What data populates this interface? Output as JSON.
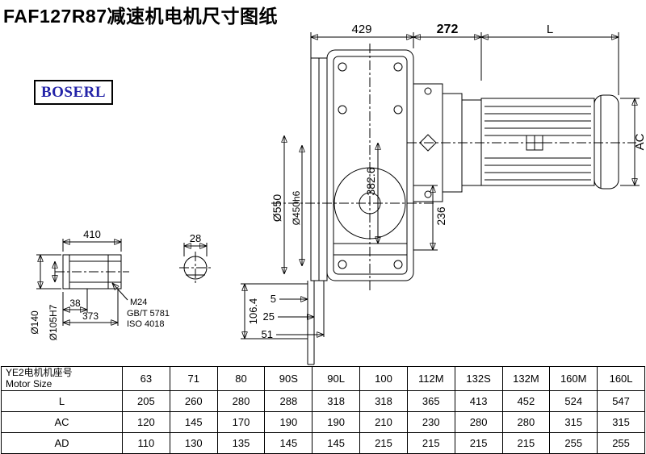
{
  "page": {
    "title": "FAF127R87减速机电机尺寸图纸",
    "logo": "BOSERL",
    "logo_color": "#2323a8",
    "line_color": "#000000"
  },
  "drawing": {
    "dims": {
      "d429": "429",
      "d272": "272",
      "dL": "L",
      "dAC": "AC",
      "d550": "Ø550",
      "d450": "Ø450h6",
      "d382": "382.6",
      "d236": "236",
      "d5": "5",
      "d25": "25",
      "d51": "51",
      "d410": "410",
      "d28": "28",
      "d140": "Ø140",
      "d105": "Ø105H7",
      "d38": "38",
      "d373": "373",
      "d106": "106.4"
    },
    "notes": {
      "thread": "M24",
      "std_gb": "GB/T 5781",
      "std_iso": "ISO 4018"
    }
  },
  "table": {
    "row_label_header_cn": "YE2电机机座号",
    "row_label_header_en": "Motor Size",
    "motor_sizes": [
      "63",
      "71",
      "80",
      "90S",
      "90L",
      "100",
      "112M",
      "132S",
      "132M",
      "160M",
      "160L"
    ],
    "rows": [
      {
        "label": "L",
        "values": [
          "205",
          "260",
          "280",
          "288",
          "318",
          "318",
          "365",
          "413",
          "452",
          "524",
          "547"
        ]
      },
      {
        "label": "AC",
        "values": [
          "120",
          "145",
          "170",
          "190",
          "190",
          "210",
          "230",
          "280",
          "280",
          "315",
          "315"
        ]
      },
      {
        "label": "AD",
        "values": [
          "110",
          "130",
          "135",
          "145",
          "145",
          "215",
          "215",
          "215",
          "215",
          "255",
          "255"
        ]
      }
    ]
  }
}
